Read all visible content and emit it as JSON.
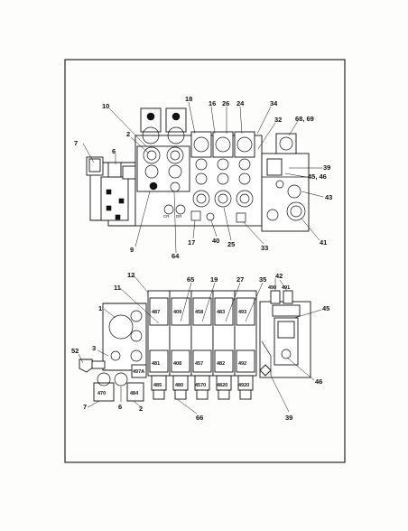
{
  "top_view": {
    "callouts": [
      {
        "id": "10",
        "text": "10"
      },
      {
        "id": "2",
        "text": "2"
      },
      {
        "id": "7",
        "text": "7"
      },
      {
        "id": "6",
        "text": "6"
      },
      {
        "id": "18",
        "text": "18"
      },
      {
        "id": "16",
        "text": "16"
      },
      {
        "id": "26",
        "text": "26"
      },
      {
        "id": "24",
        "text": "24"
      },
      {
        "id": "34",
        "text": "34"
      },
      {
        "id": "32",
        "text": "32"
      },
      {
        "id": "68_69",
        "text": "68, 69"
      },
      {
        "id": "39",
        "text": "39"
      },
      {
        "id": "45_46",
        "text": "45, 46"
      },
      {
        "id": "43",
        "text": "43"
      },
      {
        "id": "41",
        "text": "41"
      },
      {
        "id": "9",
        "text": "9"
      },
      {
        "id": "64",
        "text": "64"
      },
      {
        "id": "17",
        "text": "17"
      },
      {
        "id": "40",
        "text": "40"
      },
      {
        "id": "25",
        "text": "25"
      },
      {
        "id": "33",
        "text": "33"
      }
    ],
    "port_labels": {
      "cr": "CR",
      "dr": "DR"
    }
  },
  "bottom_view": {
    "callouts": [
      {
        "id": "12",
        "text": "12"
      },
      {
        "id": "11",
        "text": "11"
      },
      {
        "id": "65",
        "text": "65"
      },
      {
        "id": "19",
        "text": "19"
      },
      {
        "id": "27",
        "text": "27"
      },
      {
        "id": "35",
        "text": "35"
      },
      {
        "id": "42",
        "text": "42"
      },
      {
        "id": "1",
        "text": "1"
      },
      {
        "id": "45",
        "text": "45"
      },
      {
        "id": "52",
        "text": "52"
      },
      {
        "id": "3",
        "text": "3"
      },
      {
        "id": "46",
        "text": "46"
      },
      {
        "id": "7",
        "text": "7"
      },
      {
        "id": "6",
        "text": "6"
      },
      {
        "id": "2",
        "text": "2"
      },
      {
        "id": "66",
        "text": "66"
      },
      {
        "id": "39",
        "text": "39"
      }
    ],
    "upper_parts": [
      "487",
      "409",
      "458",
      "483",
      "493"
    ],
    "lower_parts": [
      "481",
      "408",
      "457",
      "482",
      "492"
    ],
    "plug_parts": [
      "485",
      "480",
      "4570",
      "4820",
      "4920"
    ],
    "misc_parts": {
      "p470": "470",
      "p484": "484",
      "p497a": "497A",
      "p490": "490",
      "p491": "491"
    }
  }
}
